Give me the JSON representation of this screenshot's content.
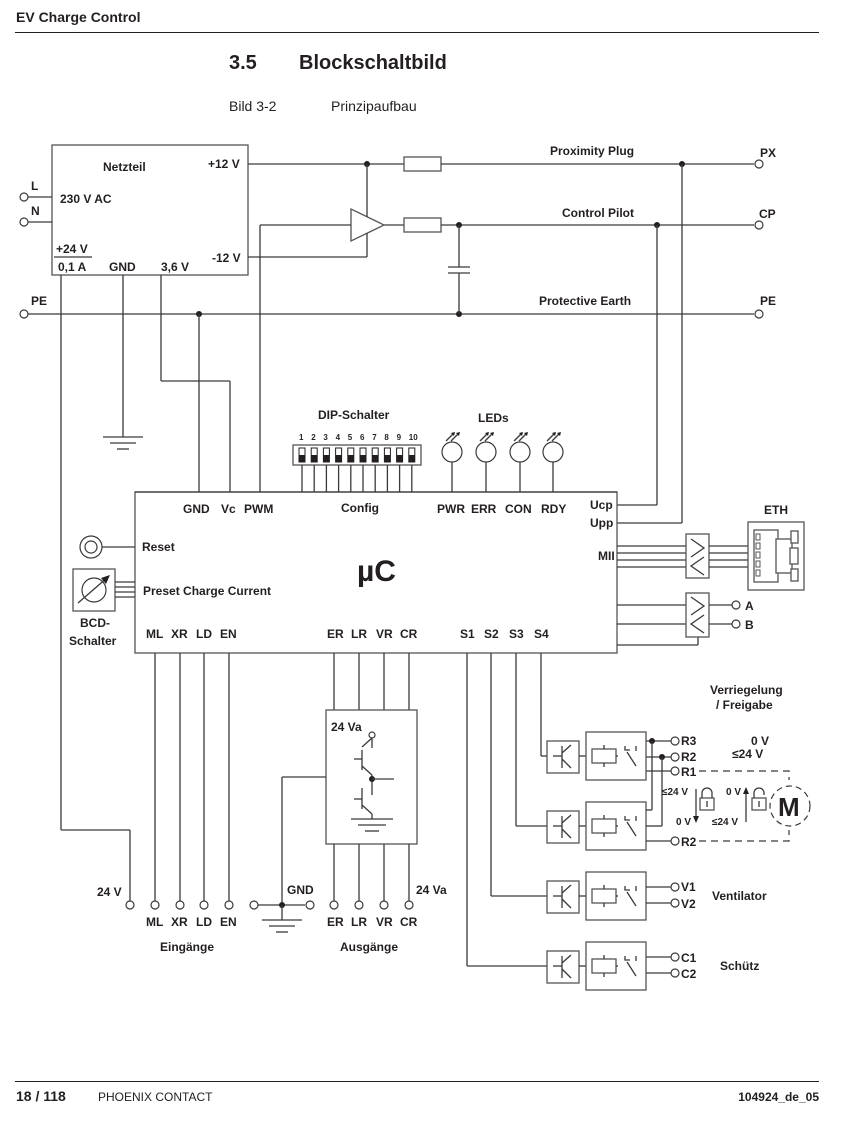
{
  "page": {
    "header": "EV Charge Control",
    "section_number": "3.5",
    "section_title": "Blockschaltbild",
    "figure_number": "Bild 3-2",
    "figure_title": "Prinzipaufbau",
    "footer_page": "18 / 118",
    "footer_brand": "PHOENIX CONTACT",
    "footer_doc": "104924_de_05"
  },
  "diagram": {
    "power_supply": {
      "title": "Netzteil",
      "input": "230 V AC",
      "plus12": "+12 V",
      "minus12": "-12 V",
      "out24_top": "+24 V",
      "out24_bottom": "0,1 A",
      "gnd": "GND",
      "v36": "3,6 V"
    },
    "mains": {
      "L": "L",
      "N": "N",
      "PE": "PE"
    },
    "lines": {
      "px_label": "Proximity Plug",
      "cp_label": "Control Pilot",
      "pe_label": "Protective Earth",
      "px_term": "PX",
      "cp_term": "CP",
      "pe_term": "PE"
    },
    "dip": {
      "title": "DIP-Schalter",
      "numbers": [
        "1",
        "2",
        "3",
        "4",
        "5",
        "6",
        "7",
        "8",
        "9",
        "10"
      ]
    },
    "leds": {
      "title": "LEDs",
      "items": [
        "PWR",
        "ERR",
        "CON",
        "RDY"
      ]
    },
    "mcu": {
      "title": "µC",
      "pins_top": [
        "GND",
        "Vc",
        "PWM"
      ],
      "config": "Config",
      "reset": "Reset",
      "preset": "Preset Charge Current",
      "ucp": "Ucp",
      "upp": "Upp",
      "mii": "MII",
      "inputs": [
        "ML",
        "XR",
        "LD",
        "EN"
      ],
      "outputs": [
        "ER",
        "LR",
        "VR",
        "CR"
      ],
      "switches": [
        "S1",
        "S2",
        "S3",
        "S4"
      ]
    },
    "bcd": {
      "line1": "BCD-",
      "line2": "Schalter"
    },
    "eth": {
      "label": "ETH",
      "rs485_a": "A",
      "rs485_b": "B"
    },
    "driver": {
      "supply": "24 Va"
    },
    "bottom": {
      "v24": "24 V",
      "inputs": [
        "ML",
        "XR",
        "LD",
        "EN"
      ],
      "gnd": "GND",
      "outputs": [
        "ER",
        "LR",
        "VR",
        "CR"
      ],
      "va24": "24 Va",
      "inputs_group": "Eingänge",
      "outputs_group": "Ausgänge"
    },
    "relays": {
      "lock_title_1": "Verriegelung",
      "lock_title_2": "/ Freigabe",
      "r3": "R3",
      "r2": "R2",
      "r1": "R1",
      "r2b": "R2",
      "v0": "0 V",
      "vle24": "≤24 V",
      "arrow_left_top": "≤24 V",
      "arrow_left_bottom": "0 V",
      "arrow_right_top": "0 V",
      "arrow_right_bottom": "≤24 V",
      "motor": "M",
      "v1": "V1",
      "v2": "V2",
      "fan": "Ventilator",
      "c1": "C1",
      "c2": "C2",
      "contactor": "Schütz"
    }
  }
}
